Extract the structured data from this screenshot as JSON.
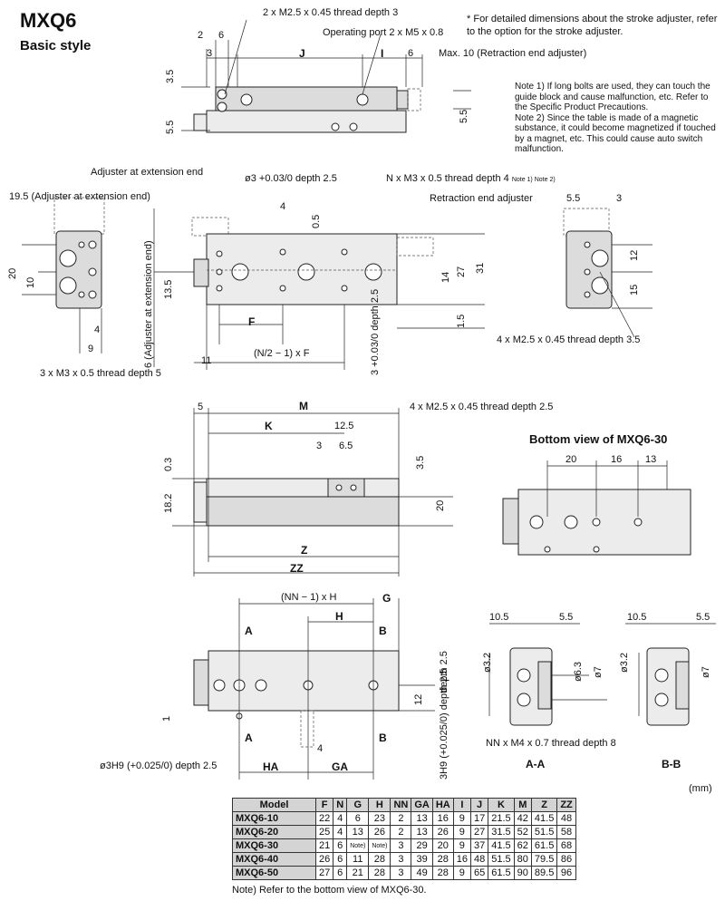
{
  "header": {
    "title": "MXQ6",
    "subtitle": "Basic style"
  },
  "top_note": {
    "star": "*",
    "text": "For detailed dimensions about the stroke adjuster, refer to the option for the stroke adjuster."
  },
  "notes": [
    "Note 1) If long bolts are used, they can touch the guide block and cause malfunction, etc. Refer to the Specific Product Precautions.",
    "Note 2) Since the table is made of a magnetic substance, it could become magnetized if touched by a magnet, etc. This could cause auto switch malfunction."
  ],
  "labels": {
    "thread_top": "2 x M2.5 x 0.45 thread depth 3",
    "op_port": "Operating port 2 x M5 x 0.8",
    "max10": "Max. 10 (Retraction end adjuster)",
    "d2": "2",
    "d6a": "6",
    "d3": "3",
    "dJ": "J",
    "dI": "I",
    "d6b": "6",
    "d35a": "3.5",
    "d55a": "5.5",
    "d55b": "5.5",
    "adj_ext": "Adjuster at extension end",
    "adj_ext_195": "19.5 (Adjuster at extension end)",
    "o3depth": "ø3 +0.03/0 depth 2.5",
    "n_m3": "N x M3 x 0.5 thread depth 4",
    "note12": "Note 1) Note 2)",
    "ret_adj": "Retraction end adjuster",
    "d4a": "4",
    "d05": "0.5",
    "d20a": "20",
    "d10": "10",
    "d4b": "4",
    "d9": "9",
    "m3_5": "3 x M3 x 0.5 thread depth 5",
    "d6_adj": "6 (Adjuster at extension end)",
    "d135": "13.5",
    "dF": "F",
    "nf": "(N/2 − 1) x F",
    "d11": "11",
    "d3h": "3 +0.03/0 depth 2.5",
    "d14": "14",
    "d27": "27",
    "d31": "31",
    "d15a": "1.5",
    "d55c": "5.5",
    "d3c": "3",
    "d12a": "12",
    "d15b": "15",
    "m25_35": "4 x M2.5 x 0.45 thread depth 3.5",
    "d5": "5",
    "dM": "M",
    "m25_25": "4 x M2.5 x 0.45 thread depth 2.5",
    "dK": "K",
    "d125": "12.5",
    "d3d": "3",
    "d65": "6.5",
    "d03": "0.3",
    "d182": "18.2",
    "d35b": "3.5",
    "d20b": "20",
    "dZ": "Z",
    "dZZ": "ZZ",
    "bview": "Bottom view of MXQ6-30",
    "b20": "20",
    "b16": "16",
    "b13": "13",
    "nnh": "(NN − 1) x H",
    "dG": "G",
    "dH": "H",
    "dA1": "A",
    "dB1": "B",
    "dA2": "A",
    "dB2": "B",
    "d25v": "depth 2.5",
    "d12b": "12",
    "d1": "1",
    "h9": "3H9 (+0.025/0) depth 2.5",
    "d4c": "4",
    "o3h9": "ø3H9 (+0.025/0) depth 2.5",
    "dHA": "HA",
    "dGA": "GA",
    "aa105": "10.5",
    "aa55": "5.5",
    "aa32": "ø3.2",
    "aa63": "ø6.3",
    "aa7": "ø7",
    "nn_m4": "NN x M4 x 0.7 thread depth 8",
    "bb105": "10.5",
    "bb55": "5.5",
    "bb32": "ø3.2",
    "bb7": "ø7",
    "secAA": "A-A",
    "secBB": "B-B"
  },
  "table": {
    "unit": "(mm)",
    "columns": [
      "Model",
      "F",
      "N",
      "G",
      "H",
      "NN",
      "GA",
      "HA",
      "I",
      "J",
      "K",
      "M",
      "Z",
      "ZZ"
    ],
    "rows": [
      [
        "MXQ6-10",
        "22",
        "4",
        "6",
        "23",
        "2",
        "13",
        "16",
        "9",
        "17",
        "21.5",
        "42",
        "41.5",
        "48"
      ],
      [
        "MXQ6-20",
        "25",
        "4",
        "13",
        "26",
        "2",
        "13",
        "26",
        "9",
        "27",
        "31.5",
        "52",
        "51.5",
        "58"
      ],
      [
        "MXQ6-30",
        "21",
        "6",
        "Note)",
        "Note)",
        "3",
        "29",
        "20",
        "9",
        "37",
        "41.5",
        "62",
        "61.5",
        "68"
      ],
      [
        "MXQ6-40",
        "26",
        "6",
        "11",
        "28",
        "3",
        "39",
        "28",
        "16",
        "48",
        "51.5",
        "80",
        "79.5",
        "86"
      ],
      [
        "MXQ6-50",
        "27",
        "6",
        "21",
        "28",
        "3",
        "49",
        "28",
        "9",
        "65",
        "61.5",
        "90",
        "89.5",
        "96"
      ]
    ],
    "footnote": "Note) Refer to the bottom view of MXQ6-30."
  }
}
